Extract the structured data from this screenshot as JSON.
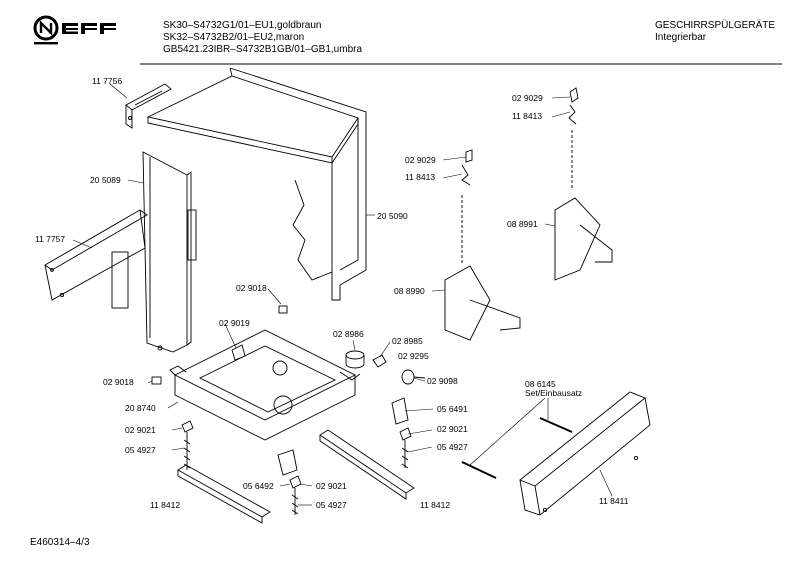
{
  "header": {
    "brand": "NEFF",
    "models": [
      "SK30–S4732G1/01–EU1,goldbraun",
      "SK32–S4732B2/01–EU2,maron",
      "GB5421.23IBR–S4732B1GB/01–GB1,umbra"
    ],
    "category": "GESCHIRRSPÜLGERÄTE",
    "subcategory": "Integrierbar"
  },
  "parts": [
    {
      "id": "p1",
      "label": "11 7756"
    },
    {
      "id": "p2",
      "label": "20 5089"
    },
    {
      "id": "p3",
      "label": "11 7757"
    },
    {
      "id": "p4",
      "label": "20 5090"
    },
    {
      "id": "p5",
      "label": "02 9018"
    },
    {
      "id": "p6",
      "label": "02 9019"
    },
    {
      "id": "p7",
      "label": "02 8986"
    },
    {
      "id": "p8",
      "label": "02 8985"
    },
    {
      "id": "p9",
      "label": "02 9295"
    },
    {
      "id": "p10",
      "label": "02 9018"
    },
    {
      "id": "p11",
      "label": "20 8740"
    },
    {
      "id": "p12",
      "label": "02 9021"
    },
    {
      "id": "p13",
      "label": "05 4927"
    },
    {
      "id": "p14",
      "label": "02 9098"
    },
    {
      "id": "p15",
      "label": "05 6491"
    },
    {
      "id": "p16",
      "label": "02 9021"
    },
    {
      "id": "p17",
      "label": "05 4927"
    },
    {
      "id": "p18",
      "label": "05 6492"
    },
    {
      "id": "p19",
      "label": "02 9021"
    },
    {
      "id": "p20",
      "label": "05 4927"
    },
    {
      "id": "p21",
      "label": "11 8412"
    },
    {
      "id": "p22",
      "label": "11 8412"
    },
    {
      "id": "p23",
      "label": "02 9029"
    },
    {
      "id": "p24",
      "label": "11 8413"
    },
    {
      "id": "p25",
      "label": "02 9029"
    },
    {
      "id": "p26",
      "label": "11 8413"
    },
    {
      "id": "p27",
      "label": "08 8991"
    },
    {
      "id": "p28",
      "label": "08 8990"
    },
    {
      "id": "p29",
      "label": "08 6145"
    },
    {
      "id": "p30",
      "label": "Set/Einbausatz"
    },
    {
      "id": "p31",
      "label": "11 8411"
    }
  ],
  "footer": {
    "doc_id": "E460314–4/3"
  }
}
